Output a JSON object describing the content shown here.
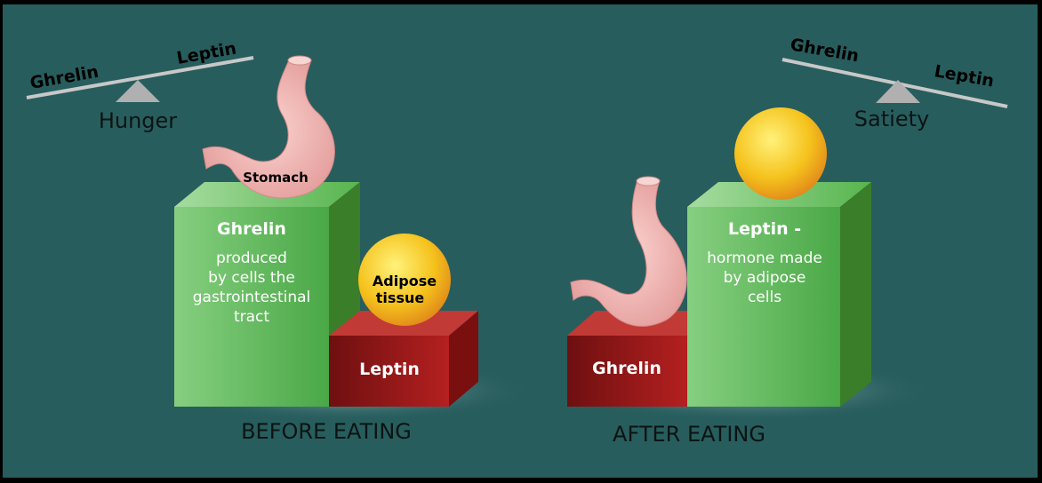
{
  "colors": {
    "background": "#285d5d",
    "green": "#5cb85a",
    "red": "#a11a1a",
    "stomach": "#f0b0ae",
    "fat": "#f5c21c",
    "beam": "#c8c8c8"
  },
  "before": {
    "seesaw": {
      "left": "Ghrelin",
      "right": "Leptin",
      "state": "Hunger"
    },
    "stomach_label": "Stomach",
    "green_box": {
      "title": "Ghrelin",
      "lines": [
        "produced",
        "by cells the",
        "gastrointestinal",
        "tract"
      ]
    },
    "adipose_label": [
      "Adipose",
      "tissue"
    ],
    "red_box": {
      "title": "Leptin"
    },
    "caption": "BEFORE EATING"
  },
  "after": {
    "seesaw": {
      "left": "Ghrelin",
      "right": "Leptin",
      "state": "Satiety"
    },
    "green_box": {
      "title": "Leptin -",
      "lines": [
        "hormone made",
        "by adipose",
        "cells"
      ]
    },
    "red_box": {
      "title": "Ghrelin"
    },
    "caption": "AFTER EATING"
  }
}
